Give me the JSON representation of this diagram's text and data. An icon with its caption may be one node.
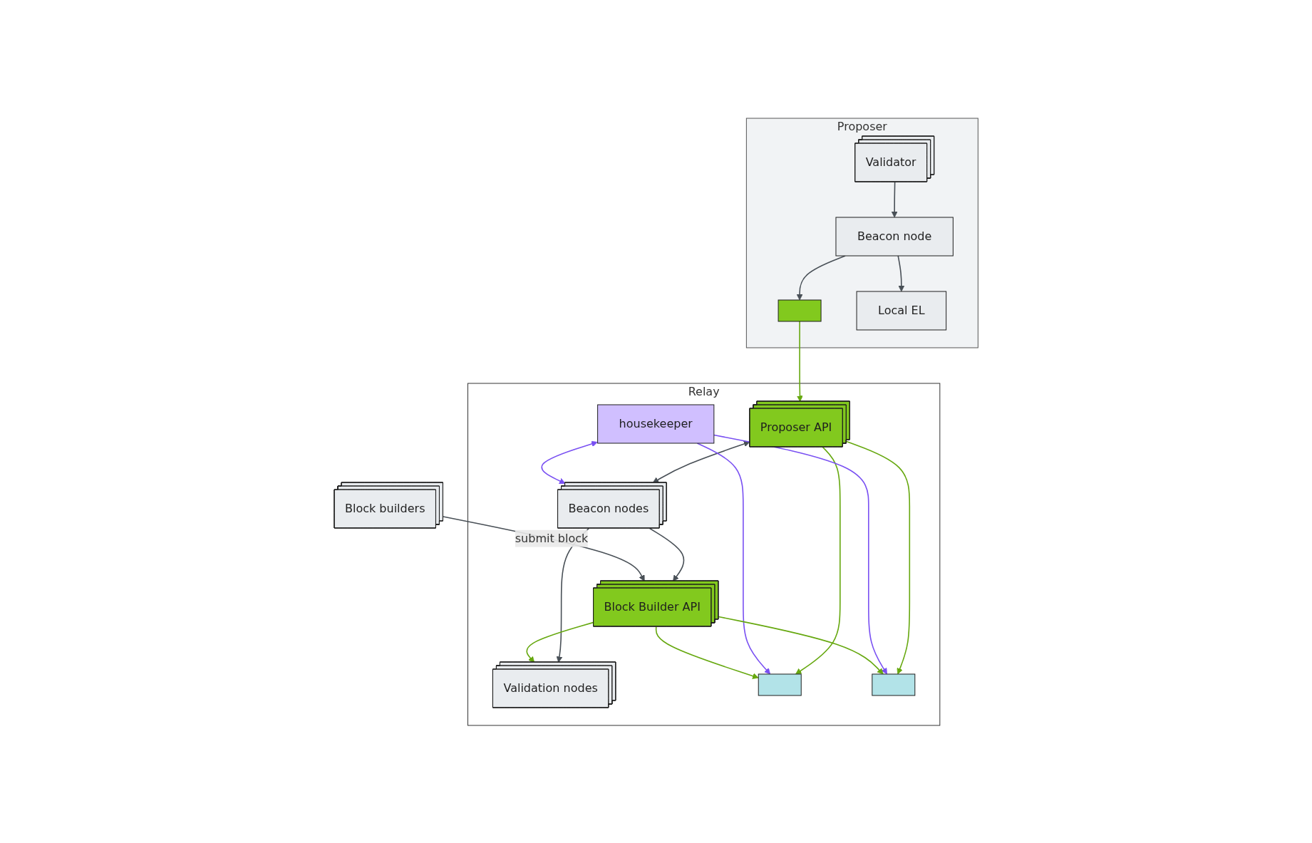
{
  "diagram": {
    "nodes": [
      {
        "text": [
          "Proposer"
        ]
      },
      {
        "text": [
          "Beacon node"
        ],
        "in": 0
      },
      {
        "text": [],
        "shape": "box",
        "in": 0
      },
      {
        "text": [
          "Validator"
        ],
        "in": 0
      },
      {
        "text": [
          "Local EL"
        ],
        "in": 0
      },
      {
        "text": [
          "Relay"
        ]
      },
      {
        "text": [
          "Proposer API"
        ],
        "in": 5
      },
      {
        "text": [
          "Beacon nodes"
        ],
        "in": 5
      },
      {
        "text": [
          "Validation nodes"
        ],
        "in": 5
      },
      {
        "text": [
          "Block Builder API"
        ],
        "in": 5
      },
      {
        "text": [],
        "shape": "box",
        "in": 5
      },
      {
        "text": [],
        "shape": "box",
        "in": 5
      },
      {
        "text": [
          "housekeeper"
        ],
        "in": 5
      },
      {
        "text": [
          "Block builders"
        ]
      }
    ],
    "edges": [
      {
        "from": 1,
        "to": 2,
        "arrow": "to"
      },
      {
        "from": 1,
        "to": 4,
        "arrow": "to"
      },
      {
        "from": 3,
        "to": 1,
        "arrow": "to"
      },
      {
        "from": 2,
        "to": 6,
        "arrow": "to",
        "color": "#66a80f"
      },
      {
        "from": 6,
        "to": 10,
        "arrow": "to",
        "color": "#66a80f"
      },
      {
        "from": 6,
        "to": 11,
        "arrow": "to",
        "color": "#66a80f"
      },
      {
        "from": 6,
        "to": 7,
        "arrow": "both"
      },
      {
        "from": 7,
        "to": 8,
        "arrow": "to"
      },
      {
        "from": 7,
        "to": 9,
        "arrow": "to"
      },
      {
        "from": 9,
        "to": 8,
        "arrow": "to",
        "color": "#66a80f"
      },
      {
        "from": 12,
        "to": 7,
        "arrow": "both",
        "color": "#7950f2"
      },
      {
        "from": 12,
        "to": 10,
        "arrow": "to",
        "color": "#7950f2"
      },
      {
        "from": 12,
        "to": 11,
        "arrow": "to",
        "color": "#7950f2"
      },
      {
        "from": 9,
        "to": 10,
        "arrow": "to",
        "color": "#66a80f"
      },
      {
        "from": 9,
        "to": 11,
        "arrow": "to",
        "color": "#66a80f"
      },
      {
        "from": 13,
        "to": 9,
        "arrow": "to",
        "label": "submit block"
      }
    ]
  }
}
